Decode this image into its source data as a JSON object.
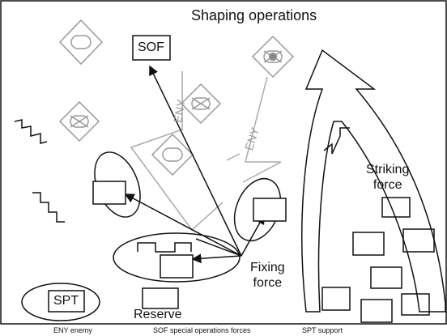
{
  "title": "Shaping operations",
  "labels": {
    "sof": "SOF",
    "striking_line1": "Striking",
    "striking_line2": "force",
    "fixing_line1": "Fixing",
    "fixing_line2": "force",
    "spt": "SPT",
    "reserve": "Reserve",
    "eny_left": "ENY",
    "eny_right": "ENY"
  },
  "legend": [
    "ENY  enemy",
    "SOF  special operations forces",
    "SPT  support"
  ],
  "colors": {
    "friendly": "#111111",
    "enemy": "#999999",
    "enemy_fill": "#888888"
  }
}
